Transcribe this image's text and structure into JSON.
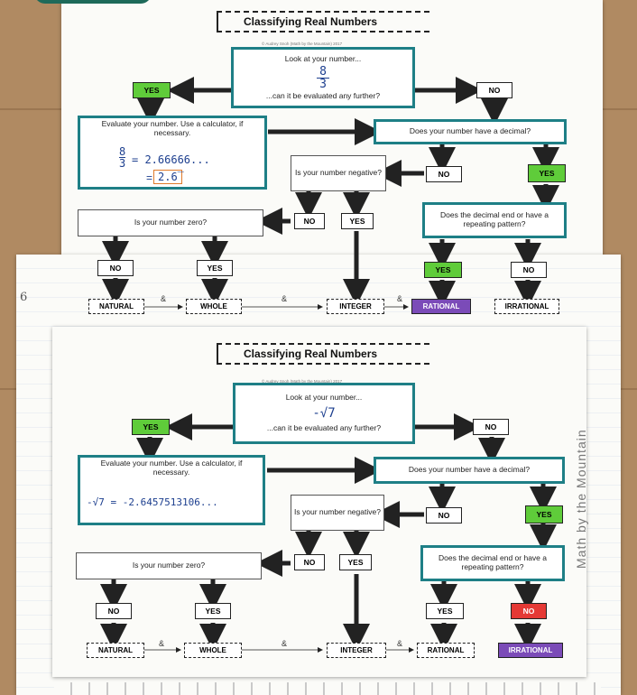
{
  "top": {
    "title": "Classifying Real Numbers",
    "credit": "© Audrey Snoh (Math by the Mountain) 2017",
    "start_top": "Look at your number...",
    "number_top": "8",
    "number_bottom": "3",
    "start_bottom": "...can it be evaluated any further?",
    "yes": "YES",
    "no": "NO",
    "evaluate": "Evaluate your number. Use a calculator, if necessary.",
    "hand_frac_top": "8",
    "hand_frac_bottom": "3",
    "hand_line1": "= 2.66666...",
    "hand_line2": "2.6̅",
    "decimal_q": "Does your number have a decimal?",
    "negative_q": "Is your number negative?",
    "zero_q": "Is your number zero?",
    "repeat_q": "Does the decimal end or have a repeating pattern?",
    "natural": "NATURAL",
    "whole": "WHOLE",
    "integer": "INTEGER",
    "rational": "RATIONAL",
    "irrational": "IRRATIONAL",
    "amp": "&"
  },
  "bottom": {
    "title": "Classifying Real Numbers",
    "credit": "© Audrey Snoh (Math by the Mountain) 2017",
    "start_top": "Look at your number...",
    "number": "-√7",
    "start_bottom": "...can it be evaluated any further?",
    "yes": "YES",
    "no": "NO",
    "evaluate": "Evaluate your number. Use a calculator, if necessary.",
    "hand_line": "-√7 = -2.6457513106...",
    "decimal_q": "Does your number have a decimal?",
    "negative_q": "Is your number negative?",
    "zero_q": "Is your number zero?",
    "repeat_q": "Does the decimal end or have a repeating pattern?",
    "natural": "NATURAL",
    "whole": "WHOLE",
    "integer": "INTEGER",
    "rational": "RATIONAL",
    "irrational": "IRRATIONAL",
    "amp": "&"
  },
  "side_credit": "Math by the Mountain",
  "page_number": "6",
  "colors": {
    "teal": "#1e7f86",
    "green": "#5fcc3a",
    "purple": "#7b4bb8",
    "red": "#e53935"
  }
}
